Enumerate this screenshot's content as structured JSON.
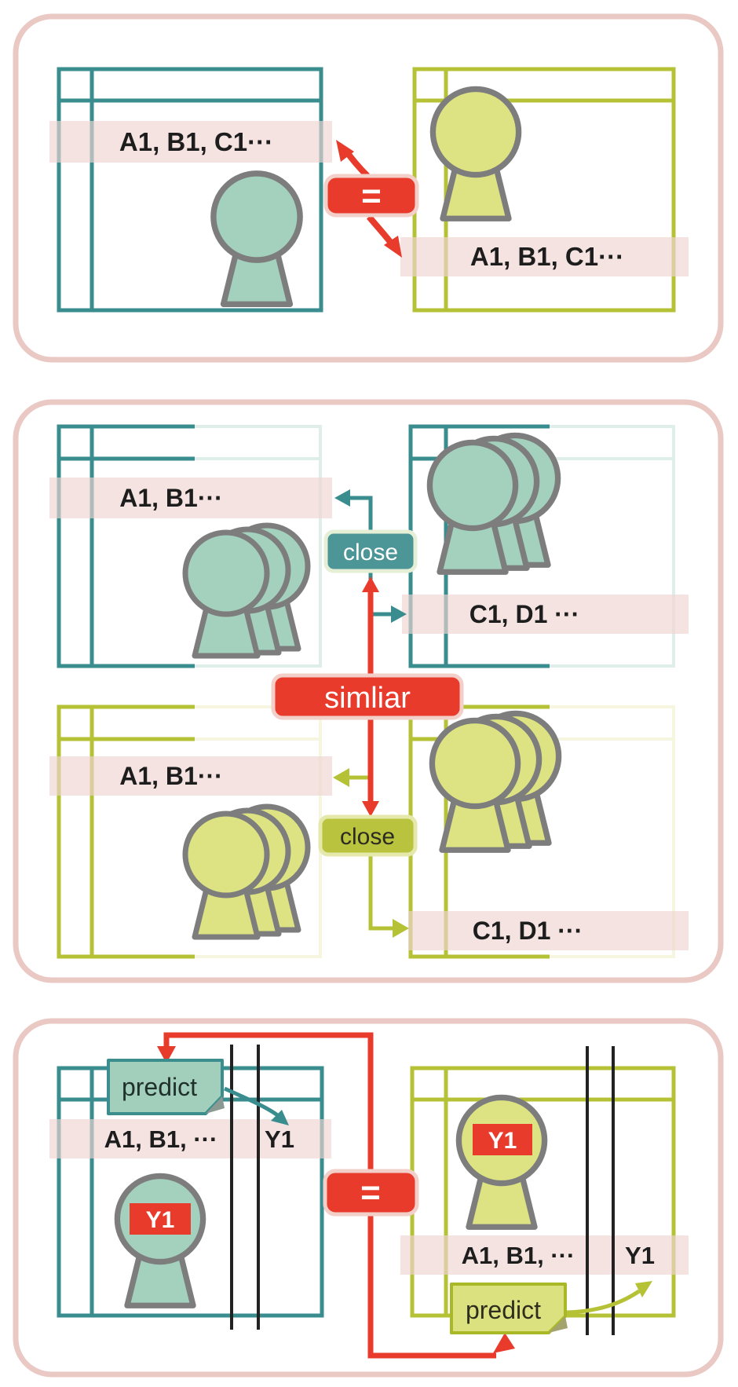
{
  "colors": {
    "red": "#e83b2b",
    "red_badge_border": "#f3cfca",
    "panel_border": "#eac8c3",
    "highlight_band": "#f3dfdd",
    "teal": "#3a8d8e",
    "teal_person_fill": "#a3d1bd",
    "teal_faded": "#e0eeea",
    "teal_badge_fill": "#4c9697",
    "teal_badge_border": "#e4efd5",
    "olive": "#b5c236",
    "olive_person_fill": "#dde282",
    "olive_faded": "#f6f5df",
    "olive_badge_fill": "#b9c33e",
    "olive_badge_border": "#e4e9ab",
    "person_stroke": "#7d7d7d",
    "text": "#1d1d1d"
  },
  "panel1": {
    "left_header": "A1, B1, C1···",
    "right_header": "A1, B1, C1···",
    "equals": "="
  },
  "panel2": {
    "similar": "simliar",
    "close_top": "close",
    "close_bottom": "close",
    "teal_left_band": "A1, B1···",
    "teal_right_band": "C1, D1 ···",
    "olive_left_band": "A1, B1···",
    "olive_right_band": "C1, D1 ···"
  },
  "panel3": {
    "equals": "=",
    "left": {
      "features": "A1, B1, ···",
      "target": "Y1",
      "predict": "predict",
      "person_tag": "Y1"
    },
    "right": {
      "features": "A1, B1, ···",
      "target": "Y1",
      "predict": "predict",
      "person_tag": "Y1"
    }
  }
}
